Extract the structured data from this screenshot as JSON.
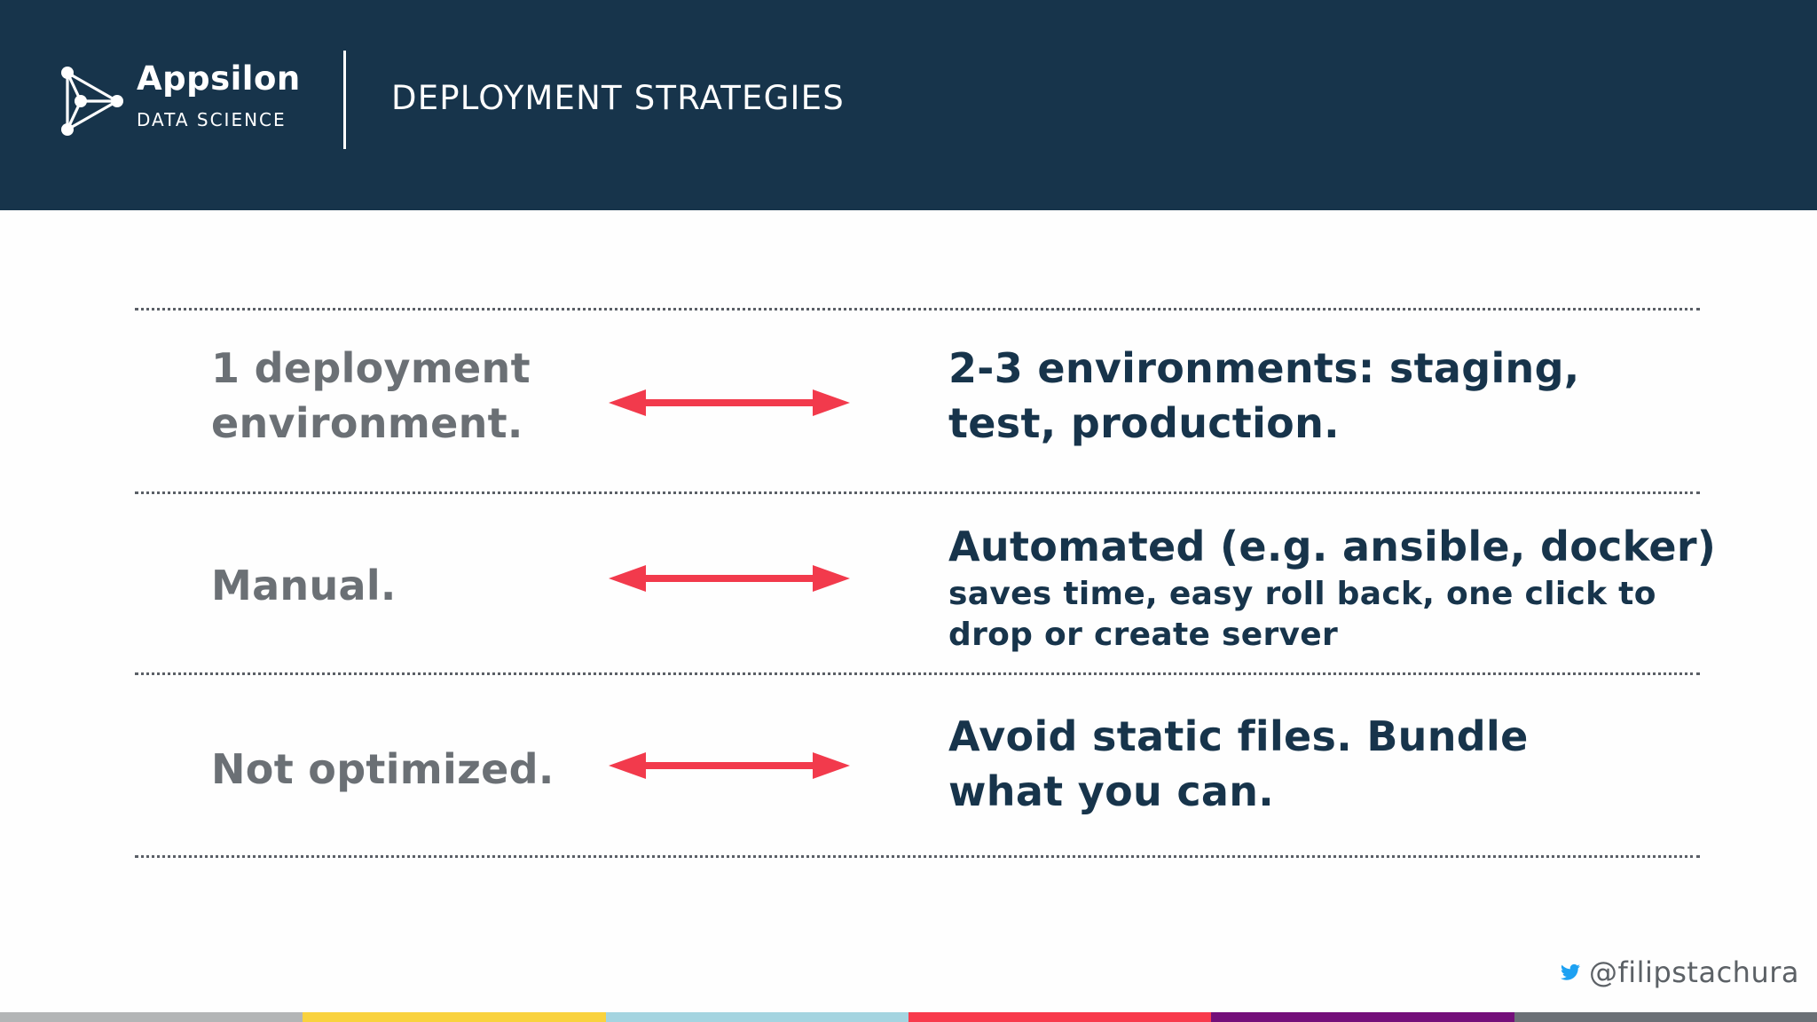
{
  "header": {
    "brand_name": "Appsilon",
    "brand_sub": "DATA SCIENCE",
    "title": "DEPLOYMENT STRATEGIES",
    "background": "#17344b"
  },
  "rows": [
    {
      "left": [
        "1 deployment",
        "environment."
      ],
      "right_main": [
        "2-3 environments: staging,",
        "test, production."
      ],
      "right_sub": []
    },
    {
      "left": [
        "Manual."
      ],
      "right_main": [
        "Automated (e.g. ansible, docker)"
      ],
      "right_sub": [
        "saves time, easy roll back, one click to",
        "drop or create server"
      ]
    },
    {
      "left": [
        "Not optimized."
      ],
      "right_main": [
        "Avoid static files. Bundle",
        "what you can."
      ],
      "right_sub": []
    }
  ],
  "arrow": {
    "icon": "double-headed-arrow-icon",
    "color": "#f23a4c"
  },
  "footer": {
    "twitter_icon": "twitter-bird-icon",
    "twitter_color": "#1da1f2",
    "handle": "@filipstachura"
  },
  "color_bar": [
    "#b3b5b6",
    "#f9d23e",
    "#a4d4e0",
    "#f83a4c",
    "#740f7a",
    "#6b7076"
  ],
  "text": {
    "row0_left_line0": "1 deployment",
    "row0_left_line1": "environment.",
    "row0_right_line0": "2-3 environments: staging,",
    "row0_right_line1": "test, production.",
    "row1_left_line0": "Manual.",
    "row1_right_line0": "Automated (e.g. ansible, docker)",
    "row1_right_sub0": "saves time, easy roll back, one click to",
    "row1_right_sub1": "drop or create server",
    "row2_left_line0": "Not optimized.",
    "row2_right_line0": "Avoid static files. Bundle",
    "row2_right_line1": "what you can."
  }
}
